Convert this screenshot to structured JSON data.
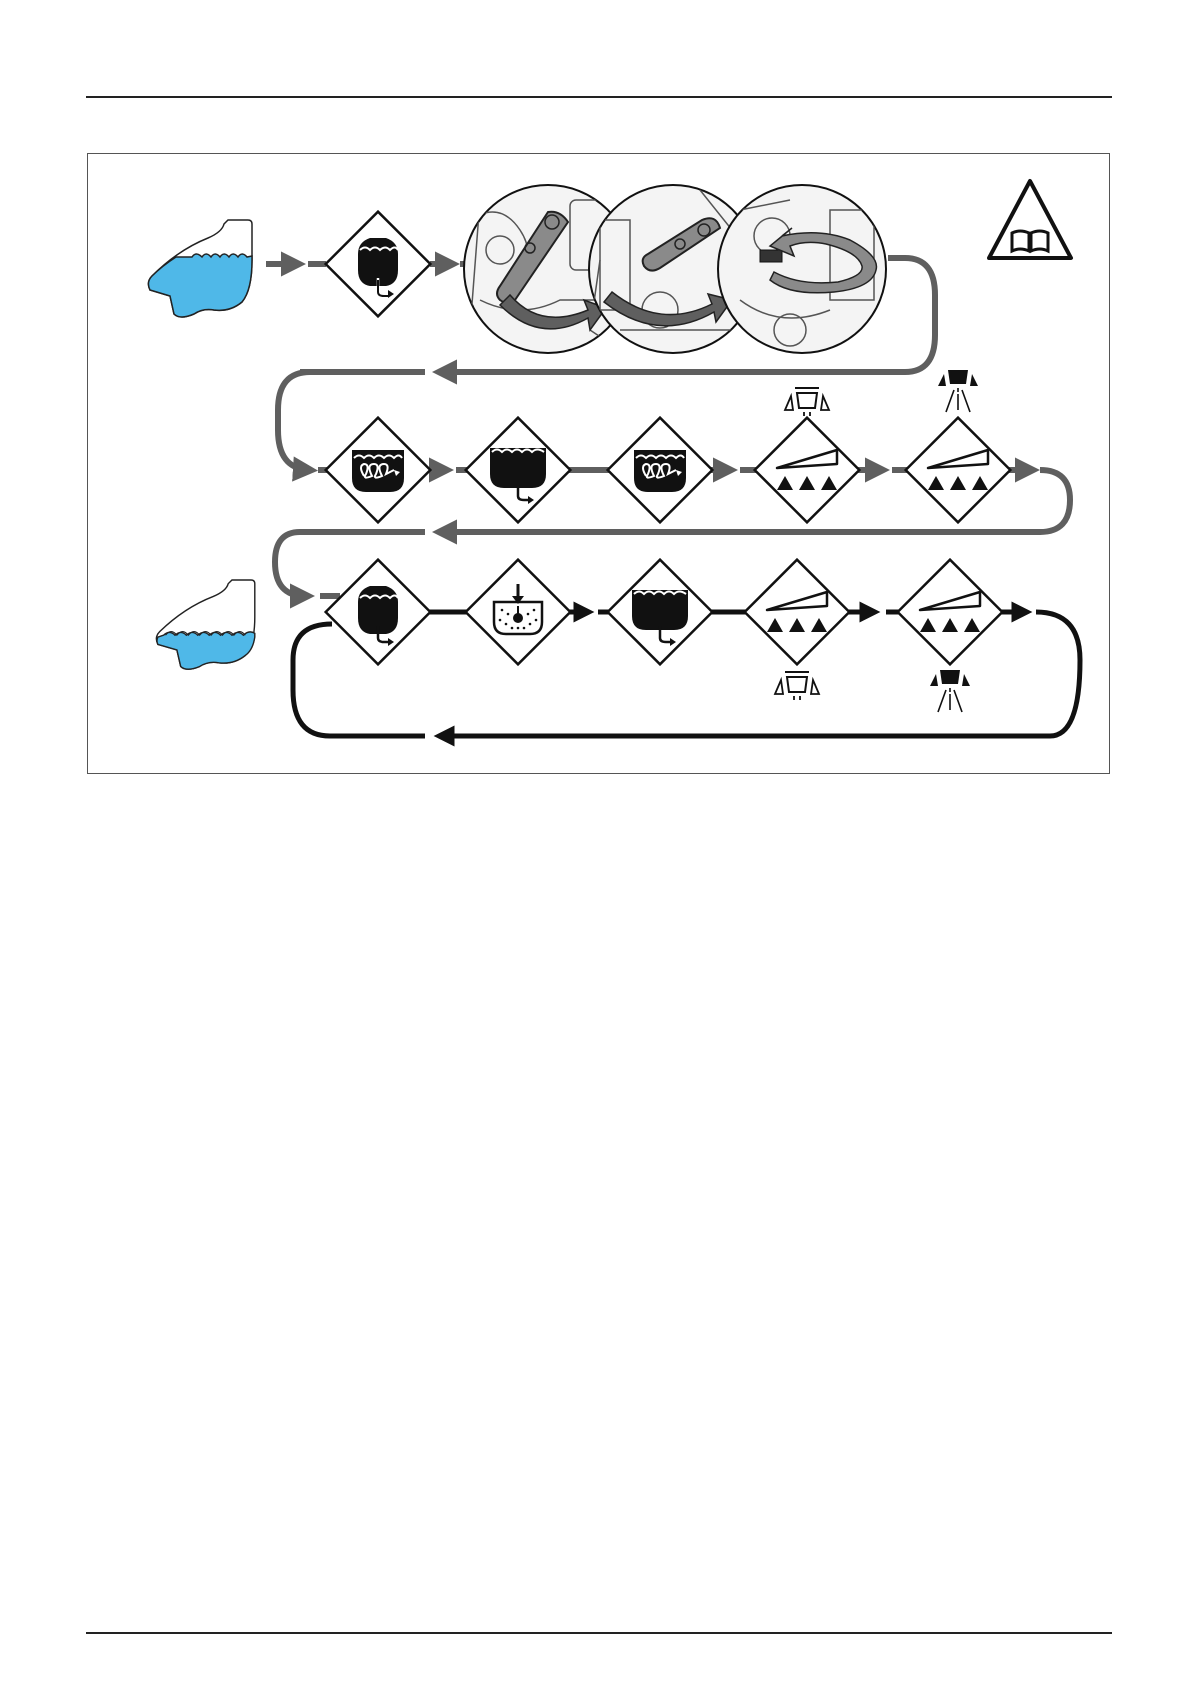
{
  "document": {
    "header_rule": true,
    "footer_rule": true
  },
  "diagram": {
    "kind": "cleaning-procedure-flowchart",
    "text_labels": [],
    "colors": {
      "water": "#4fb8e8",
      "flow_grey": "#5f5f5f",
      "flow_black": "#111111",
      "frame": "#555555",
      "icon_fill": "#111111"
    },
    "rows": [
      {
        "id": "row-1",
        "flow_color": "grey",
        "steps": [
          {
            "icon": "water-tank-icon"
          },
          {
            "icon": "drain-tank-icon"
          },
          {
            "icon": "valve-lever-1-photo"
          },
          {
            "icon": "valve-lever-2-photo"
          },
          {
            "icon": "valve-lever-3-photo"
          }
        ]
      },
      {
        "id": "row-2",
        "flow_color": "grey",
        "steps": [
          {
            "icon": "rinse-tank-agitate-icon"
          },
          {
            "icon": "drain-main-tank-icon"
          },
          {
            "icon": "rinse-tank-agitate-icon"
          },
          {
            "icon": "spray-boom-icon",
            "qualifier": "nozzle-off-icon"
          },
          {
            "icon": "spray-boom-icon",
            "qualifier": "nozzle-on-icon"
          }
        ]
      },
      {
        "id": "row-3",
        "flow_color": "black",
        "steps": [
          {
            "icon": "water-tank-icon"
          },
          {
            "icon": "drain-tank-icon"
          },
          {
            "icon": "fill-filter-icon"
          },
          {
            "icon": "drain-main-tank-icon"
          },
          {
            "icon": "spray-boom-icon",
            "qualifier": "nozzle-off-icon"
          },
          {
            "icon": "spray-boom-icon",
            "qualifier": "nozzle-on-icon"
          }
        ]
      }
    ],
    "warning_icon": "read-manual-icon"
  }
}
